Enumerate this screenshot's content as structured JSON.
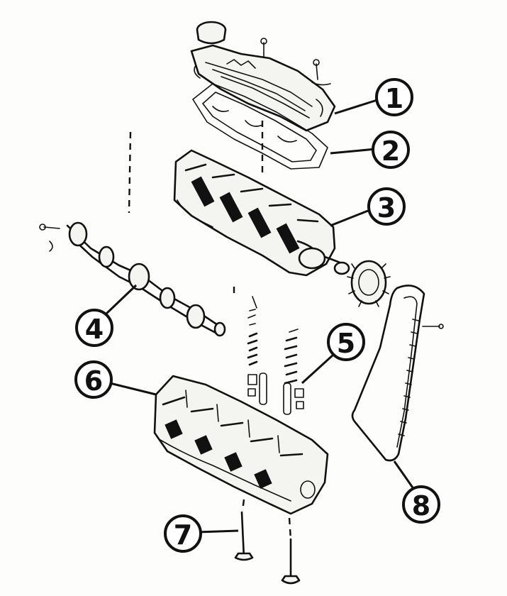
{
  "colors": {
    "ink": "#111111",
    "paper": "#fdfdfb"
  },
  "callouts": [
    {
      "id": "1",
      "label": "1"
    },
    {
      "id": "2",
      "label": "2"
    },
    {
      "id": "3",
      "label": "3"
    },
    {
      "id": "4",
      "label": "4"
    },
    {
      "id": "5",
      "label": "5"
    },
    {
      "id": "6",
      "label": "6"
    },
    {
      "id": "7",
      "label": "7"
    },
    {
      "id": "8",
      "label": "8"
    }
  ]
}
